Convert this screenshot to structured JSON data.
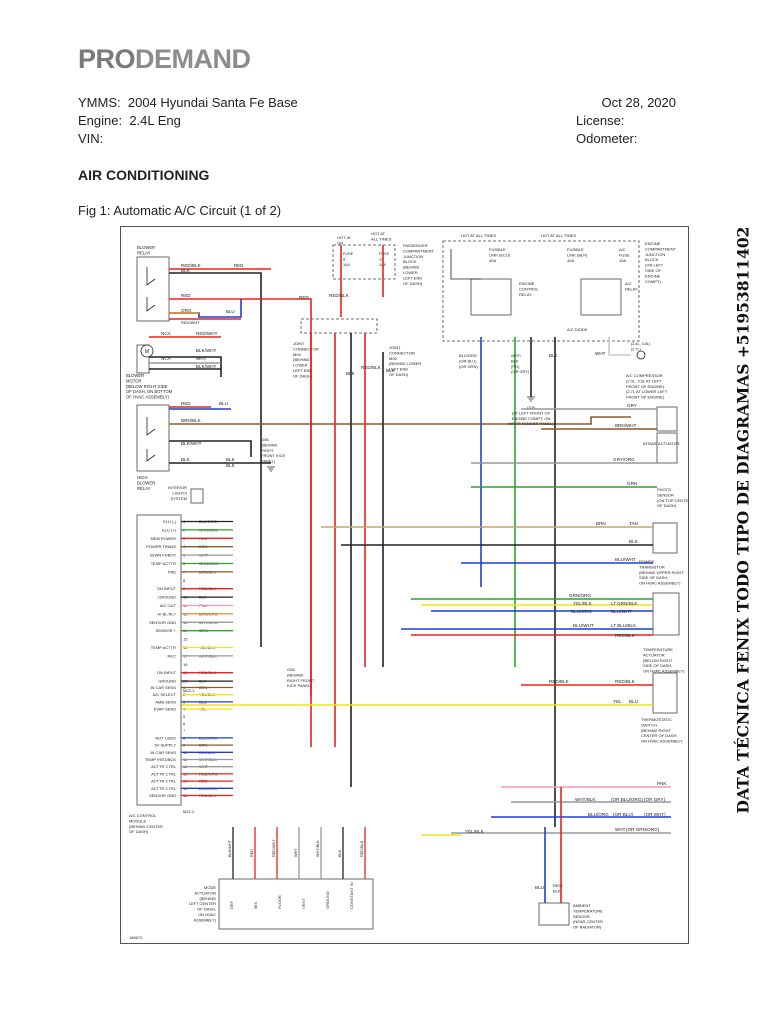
{
  "header": {
    "brand_pro": "PRO",
    "brand_demand": "DEMAND"
  },
  "vehicle": {
    "ymms_label": "YMMS:",
    "ymms_value": "2004 Hyundai Santa Fe Base",
    "engine_label": "Engine:",
    "engine_value": "2.4L Eng",
    "vin_label": "VIN:",
    "vin_value": "",
    "date": "Oct 28, 2020",
    "license_label": "License:",
    "odometer_label": "Odometer:"
  },
  "section_title": "AIR CONDITIONING",
  "figure_title": "Fig 1: Automatic A/C Circuit (1 of 2)",
  "watermark": "DATA TÉCNICA FENIX TODO TIPO DE DIAGRAMAS +51953811402",
  "diagram": {
    "figure_id": "186672",
    "blocks": {
      "blower_relay": [
        "BLOWER",
        "RELAY"
      ],
      "blower_motor": [
        "BLOWER",
        "MOTOR",
        "(BELOW RIGHT SIDE",
        "OF DASH, ON BOTTOM",
        "OF HVAC ASSEMBLY)"
      ],
      "high_blower_relay": [
        "HIGH",
        "BLOWER",
        "RELAY"
      ],
      "hot_in_on": [
        "HOT IN",
        "ON"
      ],
      "hot_at_all_times": [
        "HOT AT",
        "ALL TIMES"
      ],
      "passenger_junction": [
        "PASSENGER",
        "COMPARTMENT",
        "JUNCTION",
        "BLOCK",
        "(BEHIND",
        "LOWER",
        "LEFT END",
        "OF DASH)"
      ],
      "fuse_a": [
        "FUSE",
        "8",
        "10A"
      ],
      "fuse_b": [
        "FUSE",
        "12",
        "10A"
      ],
      "joint_m04": [
        "JOINT",
        "CONNECTOR",
        "M04",
        "(BEHIND",
        "LOWER",
        "LEFT END",
        "OF DASH)"
      ],
      "joint_m05": [
        "JOINT",
        "CONNECTOR",
        "M05",
        "(BEHIND LOWER",
        "LEFT END",
        "OF DASH)"
      ],
      "hot_all_1": "HOT AT ALL TIMES",
      "hot_all_2": "HOT AT ALL TIMES",
      "fusible_ecu": [
        "FUSIBLE",
        "LINK (ECU)",
        "40A"
      ],
      "fusible_blr": [
        "FUSIBLE",
        "LINK (BLR)",
        "40A"
      ],
      "ac_fuse": [
        "A/C",
        "FUSE",
        "10A"
      ],
      "engine_junction": [
        "ENGINE",
        "COMPARTMENT",
        "JUNCTION",
        "BLOCK",
        "(ON LEFT",
        "SIDE OF",
        "ENGINE",
        "COMPT)"
      ],
      "engine_control_relay": [
        "ENGINE",
        "CONTROL",
        "RELAY"
      ],
      "ac_relay": [
        "A/C",
        "RELAY"
      ],
      "ac_diode": "A/C DIODE",
      "ground_g08_text": [
        "G08",
        "(AT LEFT FRONT OF",
        "ENGINE COMPT, ON",
        "INNER FENDER PANEL)"
      ],
      "ac_compressor": [
        "A/C COMPRESSOR",
        "(2.4L, 3.5L AT LEFT",
        "FRONT OF ENGINE)",
        "(2.7L AT LOWER LEFT",
        "FRONT OF ENGINE)"
      ],
      "intake_actuator": "INTAKE ACTUATOR",
      "photo_sensor": [
        "PHOTO",
        "SENSOR",
        "(ON TOP CENTER",
        "OF DASH)"
      ],
      "power_transistor": [
        "POWER",
        "TRANSISTOR",
        "(BEHIND UPPER RIGHT",
        "SIDE OF DASH,",
        "ON HVAC ASSEMBLY)"
      ],
      "temperature_actuator": [
        "TEMPERATURE",
        "ACTUATOR",
        "(BELOW RIGHT",
        "SIDE OF DASH,",
        "ON HVAC ASSEMBLY)"
      ],
      "thermostatic_switch": [
        "THERMOSTATIC",
        "SWITCH",
        "(BEHIND RIGHT",
        "CENTER OF DASH,",
        "ON HVAC ASSEMBLY)"
      ],
      "interior_lights": [
        "INTERIOR",
        "LIGHTS",
        "SYSTEM"
      ],
      "ground_g06_text": [
        "G06",
        "(BEHIND",
        "RIGHT",
        "FRONT KICK",
        "PANEL)"
      ],
      "ground_g08b_text": [
        "G08",
        "(BEHIND",
        "RIGHT FRONT",
        "KICK PANEL)"
      ],
      "ac_control_module": [
        "A/C CONTROL",
        "MODULE",
        "(BEHIND CENTER",
        "OF DASH)"
      ],
      "mode_actuator": [
        "MODE",
        "ACTUATOR",
        "(BEHIND",
        "LEFT CENTER",
        "OF DASH,",
        "ON HVAC",
        "ASSEMBLY)"
      ],
      "ambient_sensor": [
        "AMBIENT",
        "TEMPERATURE",
        "SENSOR",
        "(NEAR CENTER",
        "OF RADIATOR)"
      ],
      "two_four": [
        "(2.4L, 3.5L)",
        "(2.7L)"
      ]
    },
    "module_pins_top": [
      {
        "label": "ELU (-)",
        "pin": "1",
        "wire": "BLK/ORG"
      },
      {
        "label": "ELU (+)",
        "pin": "2",
        "wire": "GRN/ORG"
      },
      {
        "label": "MEM POWER",
        "pin": "3",
        "wire": "RED"
      },
      {
        "label": "POWER TRANS",
        "pin": "4",
        "wire": "BRN"
      },
      {
        "label": "BLWR FDBCK",
        "pin": "5",
        "wire": "WHT"
      },
      {
        "label": "TEMP ACTTR",
        "pin": "6",
        "wire": "GRN/ORG"
      },
      {
        "label": "FRE",
        "pin": "7",
        "wire": "BRN/BLK"
      },
      {
        "label": "",
        "pin": "8",
        "wire": ""
      },
      {
        "label": "ON INPUT",
        "pin": "9",
        "wire": "RED/BLK"
      },
      {
        "label": "GROUND",
        "pin": "10",
        "wire": "BLK"
      },
      {
        "label": "A/C OUT",
        "pin": "11",
        "wire": "PNK"
      },
      {
        "label": "HI BL RLY",
        "pin": "12",
        "wire": "BRN/ORG"
      },
      {
        "label": "SENSOR GND",
        "pin": "13",
        "wire": "GRY/ORG"
      },
      {
        "label": "SENSOR +",
        "pin": "14",
        "wire": "GRN"
      },
      {
        "label": "",
        "pin": "15",
        "wire": ""
      },
      {
        "label": "TEMP ACTTR",
        "pin": "16",
        "wire": "YEL/BLK"
      },
      {
        "label": "REC",
        "pin": "17",
        "wire": "WHT/BLK"
      },
      {
        "label": "",
        "pin": "18",
        "wire": ""
      },
      {
        "label": "ON INPUT",
        "pin": "19",
        "wire": "RED/BLK"
      },
      {
        "label": "GROUND",
        "pin": "20",
        "wire": "BLK"
      }
    ],
    "module_pins_bottom": [
      {
        "label": "IN CAR SENS",
        "pin": "1",
        "wire": "BRN"
      },
      {
        "label": "A/C SELECT",
        "pin": "2",
        "wire": "YEL/BLK"
      },
      {
        "label": "AMB SENS",
        "pin": "3",
        "wire": "BLU"
      },
      {
        "label": "EVAP SENS",
        "pin": "4",
        "wire": "YEL"
      },
      {
        "label": "",
        "pin": "5",
        "wire": ""
      },
      {
        "label": "",
        "pin": "6",
        "wire": ""
      },
      {
        "label": "",
        "pin": "7",
        "wire": ""
      },
      {
        "label": "NOT USED",
        "pin": "8",
        "wire": "BLU/ORG"
      },
      {
        "label": "5V SUPPLY",
        "pin": "9",
        "wire": "BRN"
      },
      {
        "label": "IN CAR SENS",
        "pin": "10",
        "wire": "BLU/BLK"
      },
      {
        "label": "TEMP FEEDBCK",
        "pin": "11",
        "wire": "WHT/BLK"
      },
      {
        "label": "ACTTR CTRL",
        "pin": "12",
        "wire": "WHT"
      },
      {
        "label": "ACTTR CTRL",
        "pin": "13",
        "wire": "RED/ORG"
      },
      {
        "label": "ACTTR CTRL",
        "pin": "14",
        "wire": "RED"
      },
      {
        "label": "ACTTR CTRL",
        "pin": "15",
        "wire": "BLU/ORG"
      },
      {
        "label": "SENSOR GND",
        "pin": "16",
        "wire": "RED/BLK"
      }
    ],
    "mode_pins": [
      "DEF",
      "MIX",
      "FLOOR",
      "VENT",
      "GROUND",
      "CONSTANT IN"
    ],
    "mode_wires": [
      "BLK/WHT",
      "RED",
      "RED/WHT",
      "WHT",
      "WHT/BLK",
      "BLK",
      "RED/BLK"
    ],
    "labels": {
      "red_blk": "RED/BLK",
      "blk": "BLK",
      "red": "RED",
      "org": "ORG",
      "blu": "BLU",
      "red_wht": "RED/WHT",
      "blk_wht": "BLK/WHT",
      "wht": "WHT",
      "nca": "NCA",
      "brn_blk": "BRN/BLK",
      "grn_org": "GRN/ORG",
      "yel_blk": "YEL/BLK",
      "lt_grn_blk": "LT GRN/BLK",
      "blu_wht": "BLU/WHT",
      "lt_blu_blk": "LT BLU/BLK",
      "red_blk2": "RED/BLK",
      "grn": "GRN",
      "gry": "GRY",
      "brn_wht": "BRN/WHT",
      "gry_org": "GRY/ORG",
      "tan": "TAN",
      "brn": "BRN",
      "yel": "YEL",
      "blu_org": "BLU/ORG",
      "pnk": "PNK",
      "or_blu_org": "(OR BLU/ORG)",
      "or_gry": "(OR GRY)",
      "or_blu": "(OR BLU)",
      "or_wht": "(OR WHT)",
      "or_grn_org": "(OR GRN/ORG)",
      "blu_org_or_blu_or_grn": [
        "BLU/ORG",
        "(OR BLU)",
        "(OR GRN)"
      ],
      "wht_blk_or_gry": [
        "WHT/",
        "BLK",
        "(PG)",
        "(OR GRY)"
      ],
      "grn_blk": "GRN/BLK",
      "wht_blk": "WHT/BLK"
    }
  }
}
